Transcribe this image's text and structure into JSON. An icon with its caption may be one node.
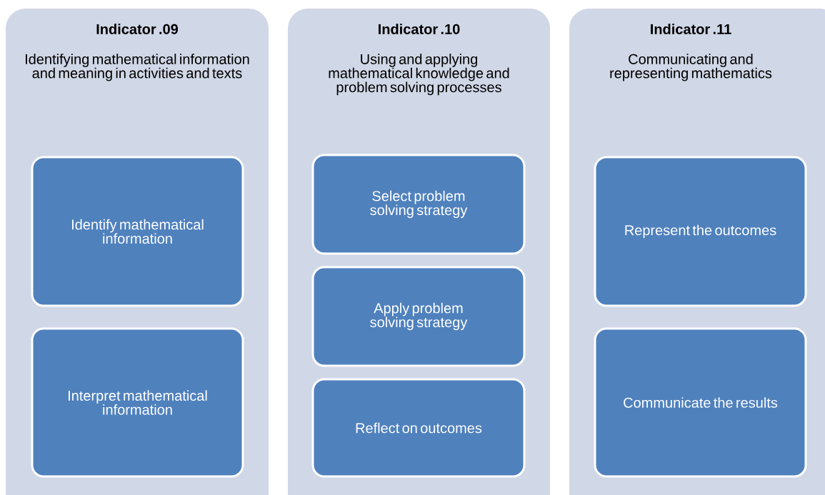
{
  "diagram": {
    "nodes": [
      {
        "text": [
          "Indicator .09",
          "Identifying mathematical information and meaning in activities and texts"
        ]
      },
      {
        "text": [
          "Identify mathematical information"
        ],
        "in": 0
      },
      {
        "text": [
          "Interpret mathematical information"
        ],
        "in": 0
      },
      {
        "text": [
          "Indicator .10",
          "Using and applying mathematical knowledge and problem solving processes"
        ]
      },
      {
        "text": [
          "Select problem solving strategy"
        ],
        "in": 3
      },
      {
        "text": [
          "Apply problem solving strategy"
        ],
        "in": 3
      },
      {
        "text": [
          "Reflect on outcomes"
        ],
        "in": 3
      },
      {
        "text": [
          "Indicator .11",
          "Communicating and representing mathematics"
        ]
      },
      {
        "text": [
          "Represent the outcomes"
        ],
        "in": 7
      },
      {
        "text": [
          "Communicate the results"
        ],
        "in": 7
      }
    ]
  }
}
